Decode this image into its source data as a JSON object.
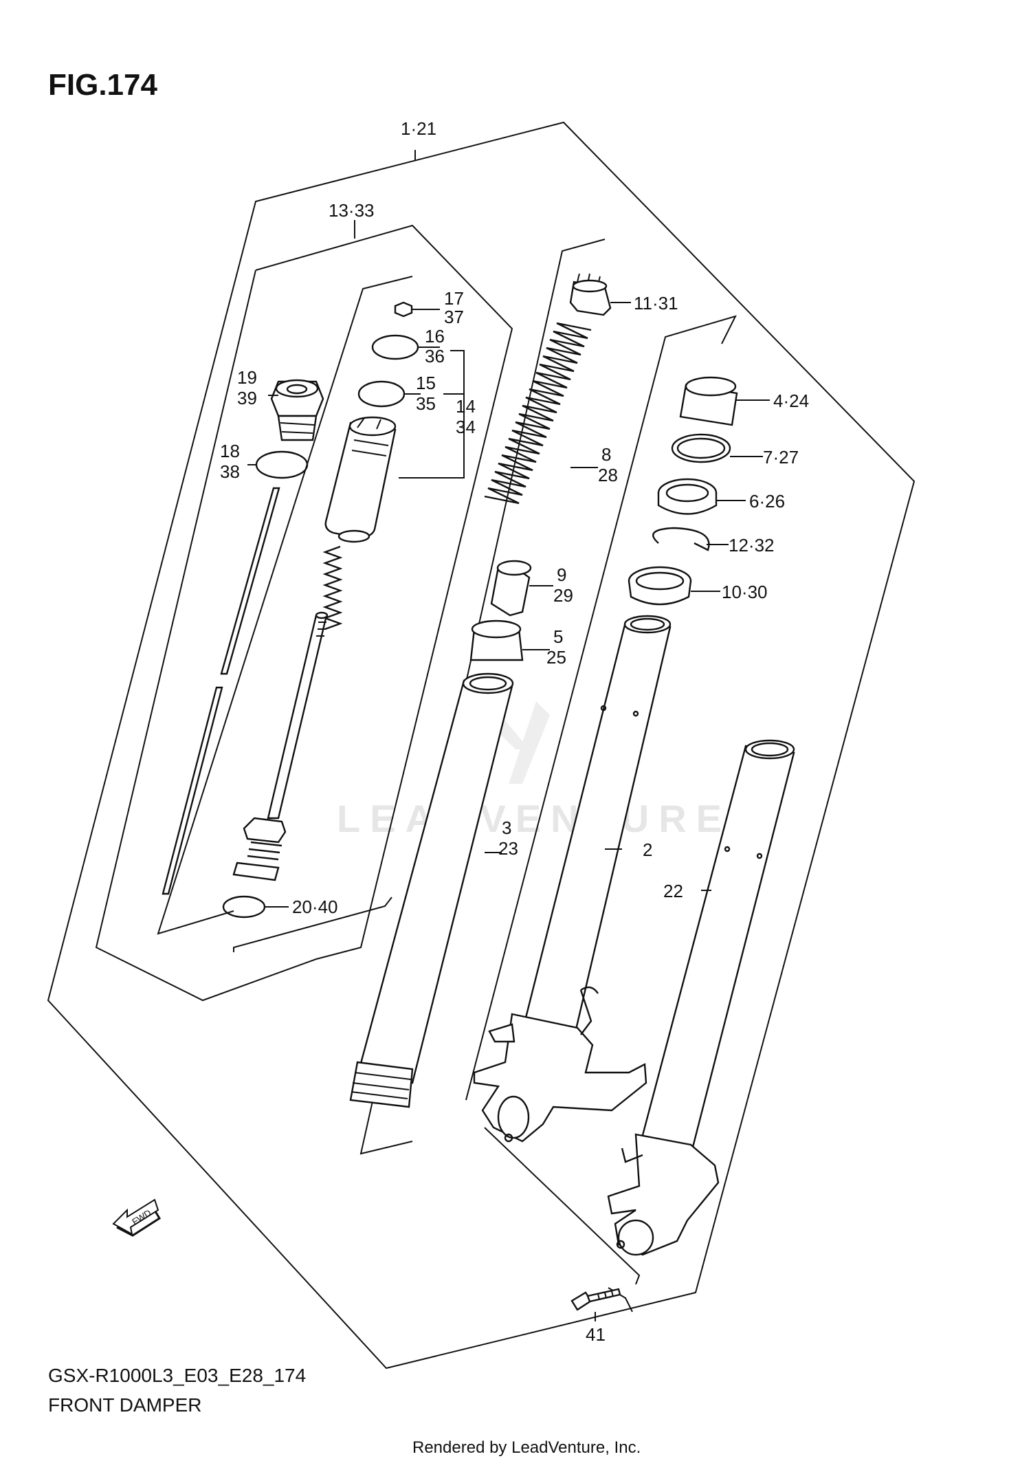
{
  "header": {
    "title": "FIG.174"
  },
  "callouts": {
    "c1_21": "1·21",
    "c13_33": "13·33",
    "c17": "17",
    "c37": "37",
    "c16": "16",
    "c36": "36",
    "c15": "15",
    "c35": "35",
    "c14": "14",
    "c34": "34",
    "c19": "19",
    "c39": "39",
    "c18": "18",
    "c38": "38",
    "c20_40": "20·40",
    "c11_31": "11·31",
    "c8": "8",
    "c28": "28",
    "c9": "9",
    "c29": "29",
    "c5": "5",
    "c25": "25",
    "c3": "3",
    "c23": "23",
    "c4_24": "4·24",
    "c7_27": "7·27",
    "c6_26": "6·26",
    "c12_32": "12·32",
    "c10_30": "10·30",
    "c2": "2",
    "c22": "22",
    "c41": "41"
  },
  "fwd_icon": {
    "label": "FWD"
  },
  "watermark": {
    "text": "LEADVENTURE"
  },
  "footer": {
    "model_code": "GSX-R1000L3_E03_E28_174",
    "section_name": "FRONT DAMPER",
    "credit": "Rendered by LeadVenture, Inc."
  }
}
